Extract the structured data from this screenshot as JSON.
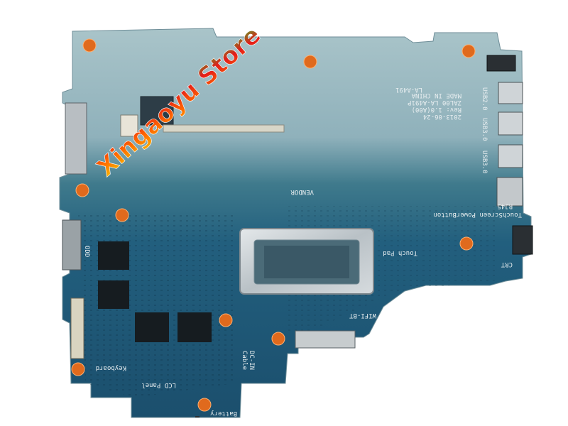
{
  "watermark": {
    "text": "Xingaoyu Store",
    "colors": [
      "#f5d400",
      "#ff6a00",
      "#e31b1b",
      "#2bd12b"
    ]
  },
  "board": {
    "colors": {
      "pcb_blue": "#1f5a7a",
      "pcb_light": "#a8c2c8",
      "pad_orange": "#e06a1d",
      "metal": "#c9d0d4"
    },
    "labels": {
      "model": "ZAL00 LA-A491P",
      "rev": "Rev: 1.0(A00)",
      "date": "2013-06-24",
      "made_in": "MADE IN CHINA",
      "usb2": "USB2.0",
      "usb3_a": "USB3.0",
      "usb3_b": "USB3.0",
      "rj45": "RJ45",
      "crt": "CRT",
      "touchscreen_power": "TouchScreen PowerButton",
      "touchpad": "Touch Pad",
      "wifi_bt": "WIFI-BT",
      "dc_in": "DC-IN",
      "cable": "Cable",
      "keyboard": "Keyboard",
      "lcd_panel": "LCD Panel",
      "battery": "Battery",
      "odd": "ODD",
      "vendor": "VENDOR",
      "la_a491": "LA-A491"
    }
  }
}
